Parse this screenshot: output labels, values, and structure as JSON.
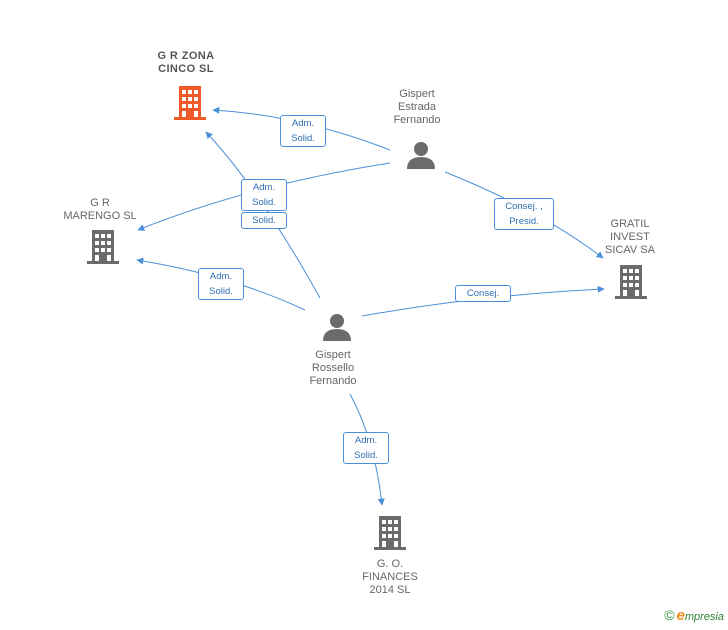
{
  "colors": {
    "edge": "#4a90d9",
    "company_main": "#f05a28",
    "company": "#6b6b6b",
    "person": "#6b6b6b"
  },
  "nodes": {
    "gr_zona": {
      "label": "G R ZONA\nCINCO SL",
      "icon": "building-icon"
    },
    "gr_marengo": {
      "label": "G R\nMARENGO SL",
      "icon": "building-icon"
    },
    "gratil": {
      "label": "GRATIL\nINVEST\nSICAV SA",
      "icon": "building-icon"
    },
    "go_finances": {
      "label": "G.  O.\nFINANCES\n2014  SL",
      "icon": "building-icon"
    },
    "gispert_estrada": {
      "label": "Gispert\nEstrada\nFernando",
      "icon": "person-icon"
    },
    "gispert_rossello": {
      "label": "Gispert\nRossello\nFernando",
      "icon": "person-icon"
    }
  },
  "edges": {
    "e1": {
      "label": "Adm.\nSolid."
    },
    "e2": {
      "label": "Adm.\nSolid."
    },
    "e3": {
      "label": "Solid."
    },
    "e4": {
      "label": "Adm.\nSolid."
    },
    "e5": {
      "label": "Consej. ,\nPresid."
    },
    "e6": {
      "label": "Consej."
    },
    "e7": {
      "label": "Adm.\nSolid."
    }
  },
  "footer": {
    "copyright": "©",
    "brand_first": "e",
    "brand_rest": "mpresia"
  }
}
